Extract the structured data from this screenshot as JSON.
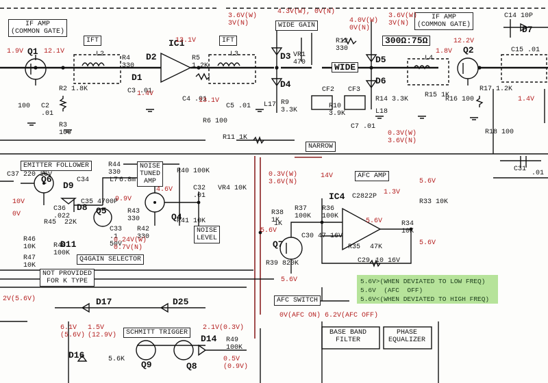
{
  "colors": {
    "wire": "#111111",
    "bus": "#8a2020",
    "voltage": "#b41e1e",
    "note_bg": "#b6e39a"
  },
  "blocks": {
    "if_amp_left": "IF AMP\n(COMMON GATE)",
    "if_amp_right": "IF AMP\n(COMMON GATE)",
    "ift_1": "IFT",
    "ift_2": "IFT",
    "wide_gain": "WIDE GAIN",
    "impedance": "300Ω:75Ω",
    "wide": "WIDE",
    "narrow": "NARROW",
    "emitter_follower": "EMITTER FOLLOWER",
    "noise_tuned_amp": "NOISE\nTUNED\nAMP",
    "noise_level": "NOISE\nLEVEL",
    "afc_amp": "AFC AMP",
    "q4_gain_selector": "Q4GAIN SELECTOR",
    "not_provided": "NOT PROVIDED\nFOR K TYPE",
    "afc_switch": "AFC SWITCH",
    "schmitt_trigger": "SCHMITT TRIGGER",
    "base_band_filter": "BASE BAND\nFILTER",
    "phase_equalizer": "PHASE\nEQUALIZER"
  },
  "parts": {
    "q1": "Q1",
    "q2": "Q2",
    "q4": "Q4",
    "q5": "Q5",
    "q6": "Q6",
    "q7": "Q7",
    "q8": "Q8",
    "q9": "Q9",
    "ic1": "IC1",
    "ic4": "IC4",
    "d1": "D1",
    "d2": "D2",
    "d3": "D3",
    "d4": "D4",
    "d5": "D5",
    "d6": "D6",
    "d7": "D7",
    "d8": "D8",
    "d9": "D9",
    "d11": "D11",
    "d14": "D14",
    "d16": "D16",
    "d17": "D17",
    "d25": "D25",
    "l2": "L2",
    "l3": "L3",
    "l4": "L4",
    "l7": "L7",
    "l17": "L17",
    "l18": "L18",
    "cf2": "CF2",
    "cf3": "CF3",
    "r4": "R4\n330",
    "r5": "R5\n1.2K",
    "r12": "R12\n330",
    "r11": "R11 1K",
    "r2": "R2 1.8K",
    "r3": "R3\n100",
    "r6": "R6 100",
    "r9": "R9\n3.3K",
    "r10": "R10\n3.9K",
    "r14": "R14 3.3K",
    "r15": "R15 1K",
    "r16": "R16 100",
    "r17": "R17 1.2K",
    "r18": "R18 100",
    "r33": "R33 10K",
    "r34": "R34\n10K",
    "r35": "R35",
    "r35v": "47K",
    "r36": "R36\n100K",
    "r37": "R37\n100K",
    "r38": "R38\n1K",
    "r39": "R39 820K",
    "r40": "R40 100K",
    "r41": "R41 10K",
    "r42": "R42\n330",
    "r43": "R43\n330",
    "r44": "R44\n330",
    "r45": "R45  22K",
    "r46": "R46\n10K",
    "r47": "R47\n10K",
    "r48": "R48\n100K",
    "r49": "R49\n100K",
    "vr1": "VR1\n470",
    "vr4": "VR4 10K",
    "c14": "C14 10P",
    "c15": "C15 .01",
    "c28": "C28",
    "c29": "C29",
    "c29v": "10 16V",
    "c30": "C30 47 16V",
    "c31": "C31",
    "c31v": ".01",
    "c32": "C32\n.01",
    "c33": "C33\n.1\n50V",
    "c34": "C34",
    "c35": "C35 4700P",
    "c36": "C36\n.022",
    "c37": "C37 220 16V",
    "c2": "C2\n.01",
    "c3": "C3 .01",
    "c4": "C4 .01",
    "c5": "C5 .01",
    "c7": "C7 .01",
    "r1k": "1K",
    "c22p": "22P",
    "l7v": "6.8m",
    "sk": "5.6K",
    "t100": "100"
  },
  "voltages": {
    "v_1_9": "1.9V",
    "v_12_1": "12.1V",
    "v_13_1a": "13.1V",
    "v_13_1b": "13.1V",
    "v_1_4a": "1.4V",
    "v_3_6_top": "3.6V(W)\n3V(N)",
    "v_4_3": "4.3V(W), 0V(N)",
    "v_4_0": "4.0V(W)\n0V(N)",
    "v_3_6_d5": "3.6V(W)\n3V(N)",
    "v_1_8": "1.8V",
    "v_12_2": "12.2V",
    "v_1_4b": "1.4V",
    "v_03_36": "0.3V(W)\n3.6V(N)",
    "v_03_36b": "0.3V(W)\n3.6V(N)",
    "v_14": "14V",
    "v_5_6_afc": "5.6V",
    "v_1_3": "1.3V",
    "v_5_6_ic": "5.6V",
    "v_5_6_out": "5.6V",
    "v_5_6_in": "5.6V",
    "v_5_6_q7": "5.6V",
    "v_10": "10V",
    "v_0": "0V",
    "v_9_9": "9.9V",
    "v_4_6": "4.6V",
    "v_0_24": "0.24V(W)\n0.7V(N)",
    "v_2_56": "2V(5.6V)",
    "v_6_1": "6.1V\n(5.6V)",
    "v_1_5": "1.5V\n(12.9V)",
    "v_2_1": "2.1V(0.3V)",
    "v_0_5": "0.5V\n(0.9V)",
    "v_afc_on": "0V(AFC ON) 6.2V(AFC OFF)"
  },
  "afc_note": [
    "5.6V>(WHEN DEVIATED TO LOW FREQ)",
    "5.6V  (AFC  OFF)",
    "5.6V<(WHEN DEVIATED TO HIGH FREQ)"
  ]
}
